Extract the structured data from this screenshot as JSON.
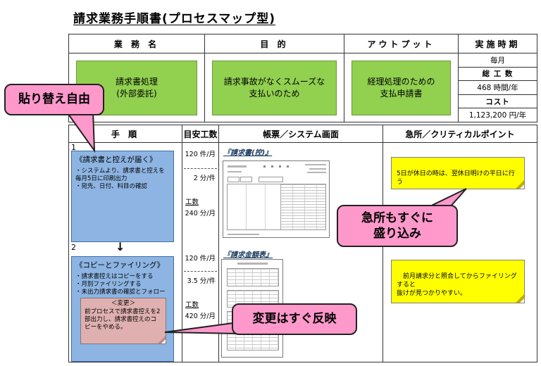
{
  "title": "請求業務手順書(プロセスマップ型)",
  "colors": {
    "green_box": "#92D050",
    "blue_box": "#8DB4E2",
    "yellow_note": "#FFFF00",
    "pink_callout": "#FF99CC",
    "salmon_change_box": "#DFB0AF"
  },
  "summary_table": {
    "headers": {
      "business": "業 務 名",
      "purpose": "目 的",
      "output": "アウトプット"
    },
    "business_value": "請求書処理\n(外部委託)",
    "purpose_value": "請求事故がなくスムーズな\n支払いのため",
    "output_value": "経理処理のための\n支払申請書",
    "info": {
      "timing_label": "実施時期",
      "timing_value": "毎月",
      "effort_label": "総 工 数",
      "effort_value": "468 時間/年",
      "cost_label": "コスト",
      "cost_value": "1,123,200 円/年"
    }
  },
  "process_table": {
    "headers": {
      "step": "手 順",
      "effort": "目安工数",
      "form": "帳票／システム画面",
      "critical": "急所／クリティカルポイント"
    },
    "steps": [
      {
        "num": "1",
        "title": "《請求書と控えが届く》",
        "bullets": "・システムより、請求書と控えを毎月5日に印刷出力\n・宛先、日付、科目の確認",
        "volume": "120 件/月",
        "rate": "2 分/件",
        "effort_label": "工数",
        "effort_total": "240 分/月",
        "form_label": "『請求書(控)』"
      },
      {
        "num": "2",
        "arrow": "↓",
        "title": "《コピーとファイリング》",
        "bullets": "・請求書控えはコピーをする\n・月別ファイリングする\n・未出力請求書の確認とフォロー",
        "change_heading": "＜変更＞",
        "change_body": "前プロセスで請求書控えを2部出力し、請求書控えのコピーをやめる。",
        "volume": "120 件/月",
        "rate": "3.5 分/件",
        "effort_label": "工数",
        "effort_total": "420 分/月",
        "form_label": "『請求金額表』"
      }
    ],
    "sticky_notes": [
      "5日が休日の時は、翌休日明けの平日に行う",
      "　前月請求分と照合してからファイリングすると\n抜けが見つかりやすい。"
    ]
  },
  "callouts": {
    "replace": "貼り替え自由",
    "critical": "急所もすぐに\n盛り込み",
    "change": "変更はすぐ反映"
  }
}
